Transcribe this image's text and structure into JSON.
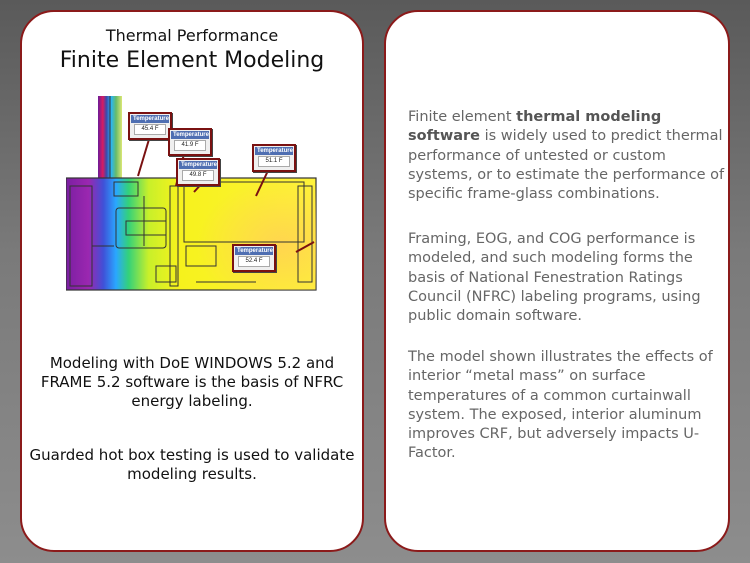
{
  "left_card": {
    "subtitle": "Thermal Performance",
    "title": "Finite Element Modeling",
    "paragraph1": "Modeling with DoE WINDOWS 5.2 and FRAME 5.2 software is the basis of NFRC energy labeling.",
    "paragraph2": "Guarded hot box testing is used to validate modeling results."
  },
  "figure": {
    "label_heading": "Temperature",
    "labels": [
      {
        "value": "45.4 F"
      },
      {
        "value": "41.9 F"
      },
      {
        "value": "49.8 F"
      },
      {
        "value": "51.1 F"
      },
      {
        "value": "52.4 F"
      }
    ]
  },
  "right_card": {
    "p1_before": "Finite element ",
    "p1_bold": "thermal modeling software",
    "p1_after": " is widely used to predict thermal performance of untested or custom systems, or to estimate the performance of specific frame-glass combinations.",
    "p2": "Framing, EOG, and COG performance is modeled, and such modeling forms the basis of National Fenestration Ratings Council (NFRC) labeling programs, using public domain software.",
    "p3": "The model shown illustrates the effects of interior “metal mass” on surface temperatures of a common curtainwall system. The exposed, interior aluminum improves CRF, but adversely impacts U-Factor."
  },
  "colors": {
    "border": "#8b1a1a",
    "label_header": "#4f6fb2"
  }
}
